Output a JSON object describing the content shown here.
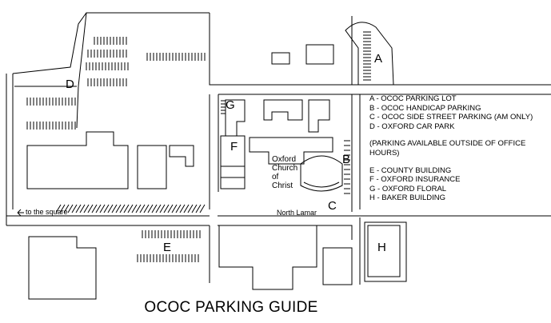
{
  "map": {
    "title": "OCOC PARKING GUIDE",
    "legend": [
      "A - OCOC PARKING LOT",
      "B - OCOC HANDICAP PARKING",
      "C - OCOC SIDE STREET PARKING (AM ONLY)",
      "D - OXFORD CAR PARK"
    ],
    "note": "(PARKING AVAILABLE  OUTSIDE OF OFFICE HOURS)",
    "legend2": [
      "E - COUNTY BUILDING",
      "F - OXFORD INSURANCE",
      "G - OXFORD FLORAL",
      "H - BAKER BUILDING"
    ],
    "labels": {
      "a": "A",
      "b": "B",
      "c": "C",
      "d": "D",
      "e": "E",
      "f": "F",
      "g": "G",
      "h": "H"
    },
    "church": [
      "Oxford",
      "Church",
      "of",
      "Christ"
    ],
    "street": "North Lamar",
    "square": "to the square",
    "arrow_icon": "left-arrow-icon"
  }
}
